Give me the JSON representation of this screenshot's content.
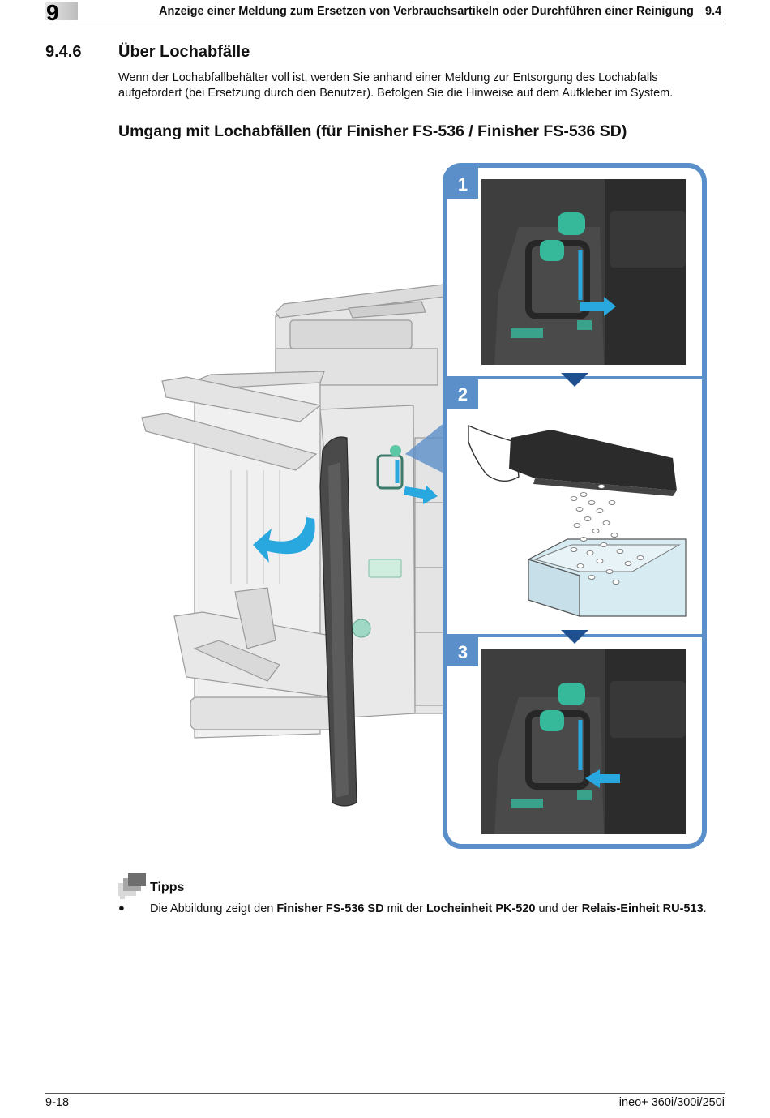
{
  "header": {
    "chapter_number": "9",
    "title": "Anzeige einer Meldung zum Ersetzen von Verbrauchsartikeln oder Durchführen einer Reinigung",
    "section": "9.4"
  },
  "section": {
    "number": "9.4.6",
    "title": "Über Lochabfälle",
    "intro": "Wenn der Lochabfallbehälter voll ist, werden Sie anhand einer Meldung zur Entsorgung des Lochabfalls aufgefordert (bei Ersetzung durch den Benutzer). Befolgen Sie die Hinweise auf dem Aufkleber im System."
  },
  "subsection": {
    "title": "Umgang mit Lochabfällen (für Finisher FS-536 / Finisher FS-536 SD)"
  },
  "figure": {
    "steps": [
      "1",
      "2",
      "3"
    ],
    "accent_color": "#5b8fc9",
    "arrow_color": "#29a7df",
    "step_marker_color": "#1f4f8f"
  },
  "tips": {
    "title": "Tipps",
    "icon": "notes-stack-icon",
    "bullet": "●",
    "items": [
      [
        {
          "text": "Die Abbildung zeigt den ",
          "bold": false
        },
        {
          "text": "Finisher FS-536 SD",
          "bold": true
        },
        {
          "text": " mit der ",
          "bold": false
        },
        {
          "text": "Locheinheit PK-520",
          "bold": true
        },
        {
          "text": " und der ",
          "bold": false
        },
        {
          "text": "Relais-Einheit RU-513",
          "bold": true
        },
        {
          "text": ".",
          "bold": false
        }
      ]
    ]
  },
  "footer": {
    "page": "9-18",
    "model": "ineo+ 360i/300i/250i"
  }
}
